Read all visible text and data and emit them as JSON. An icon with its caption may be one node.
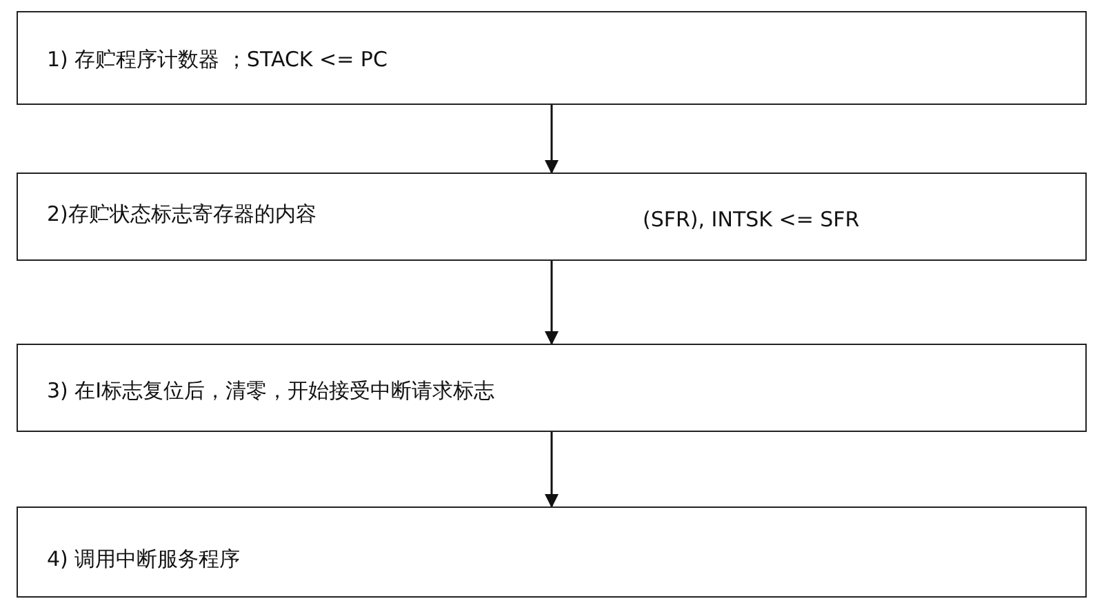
{
  "diagram": {
    "nodes": [
      {
        "text": [
          "1)  存贮程序计数器 ；STACK <= PC"
        ]
      },
      {
        "text": [
          "2)存贮状态标志寄存器的内容",
          "(SFR), INTSK <= SFR"
        ]
      },
      {
        "text": [
          "3) 在I标志复位后，清零，开始接受中断请求标志"
        ]
      },
      {
        "text": [
          "4)  调用中断服务程序"
        ]
      }
    ],
    "edges": [
      {
        "from": 0,
        "to": 1,
        "arrow": "to"
      },
      {
        "from": 1,
        "to": 2,
        "arrow": "to"
      },
      {
        "from": 2,
        "to": 3,
        "arrow": "to"
      }
    ]
  }
}
